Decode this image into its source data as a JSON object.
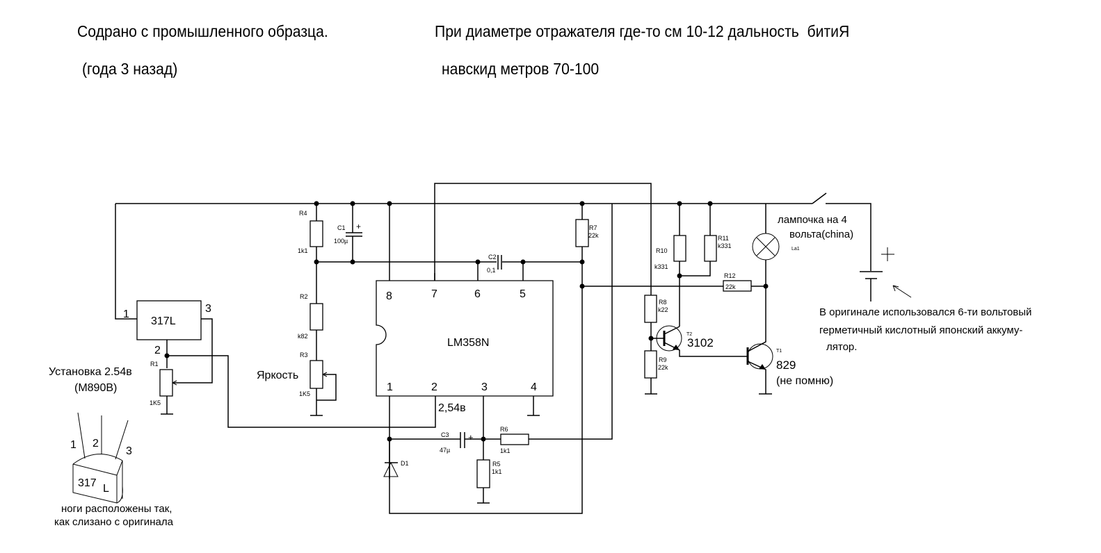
{
  "header": {
    "line1_left": "Содрано с промышленного образца.",
    "line1_right": "При диаметре отражателя где-то см 10-12 дальность  битиЯ",
    "line2_left": "(года 3 назад)",
    "line2_right": "навскид метров 70-100"
  },
  "regulator": {
    "name": "317L",
    "pin1": "1",
    "pin2": "2",
    "pin3": "3",
    "setting_label": "Установка 2.54в",
    "meter_label": "(M890B)",
    "r1_ref": "R1",
    "r1_value": "1K5"
  },
  "package_sketch": {
    "label": "317",
    "suffix": "L",
    "pin1": "1",
    "pin2": "2",
    "pin3": "3",
    "note_line1": "ноги расположены так,",
    "note_line2": "как слизано с оригинала"
  },
  "components": {
    "r4": {
      "ref": "R4",
      "value": "1k1"
    },
    "c1": {
      "ref": "C1",
      "value": "100µ",
      "polarity": "+"
    },
    "r2": {
      "ref": "R2",
      "value": "k82"
    },
    "r3": {
      "ref": "R3",
      "value": "1K5",
      "label": "Яркость"
    },
    "c2": {
      "ref": "C2",
      "value": "0,1"
    },
    "r7": {
      "ref": "R7",
      "value": "22k"
    },
    "r10": {
      "ref": "R10",
      "value": "k331"
    },
    "r11": {
      "ref": "R11",
      "value": "k331"
    },
    "r12": {
      "ref": "R12",
      "value": "22k"
    },
    "r8": {
      "ref": "R8",
      "value": "k22"
    },
    "r9": {
      "ref": "R9",
      "value": "22k"
    },
    "c3": {
      "ref": "C3",
      "value": "47µ",
      "polarity": "+"
    },
    "r6": {
      "ref": "R6",
      "value": "1k1"
    },
    "r5": {
      "ref": "R5",
      "value": "1k1"
    },
    "d1": {
      "ref": "D1"
    },
    "t2": {
      "ref": "T2",
      "part": "3102"
    },
    "t1": {
      "ref": "T1",
      "part": "829",
      "note": "(не помню)"
    },
    "la1": {
      "ref": "La1",
      "note_line1": "лампочка на 4",
      "note_line2": "вольта(china)"
    },
    "battery": {
      "polarity": "+"
    }
  },
  "opamp": {
    "name": "LM358N",
    "pins_top": [
      "8",
      "7",
      "6",
      "5"
    ],
    "pins_bottom": [
      "1",
      "2",
      "3",
      "4"
    ],
    "pin2_voltage": "2,54в"
  },
  "battery_note": {
    "line1": "В оригинале использовался 6-ти вольтовый",
    "line2": "герметичный кислотный японский  аккуму-",
    "line3": "лятор."
  }
}
